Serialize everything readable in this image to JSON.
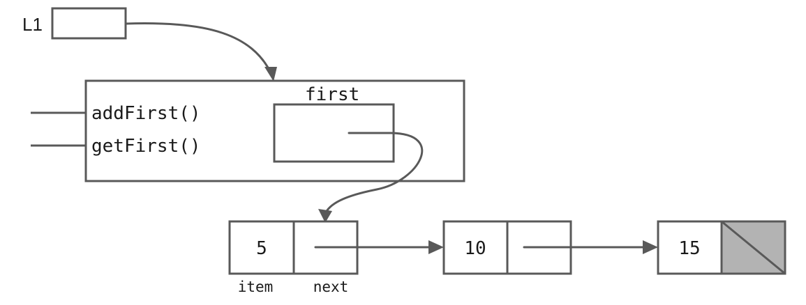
{
  "variable": {
    "name": "L1"
  },
  "object": {
    "methods": [
      "addFirst()",
      "getFirst()"
    ],
    "field": "first"
  },
  "nodes": [
    {
      "item": "5"
    },
    {
      "item": "10"
    },
    {
      "item": "15"
    }
  ],
  "node_labels": {
    "item": "item",
    "next": "next"
  },
  "colors": {
    "stroke": "#595959",
    "null_fill": "#b3b3b3"
  }
}
